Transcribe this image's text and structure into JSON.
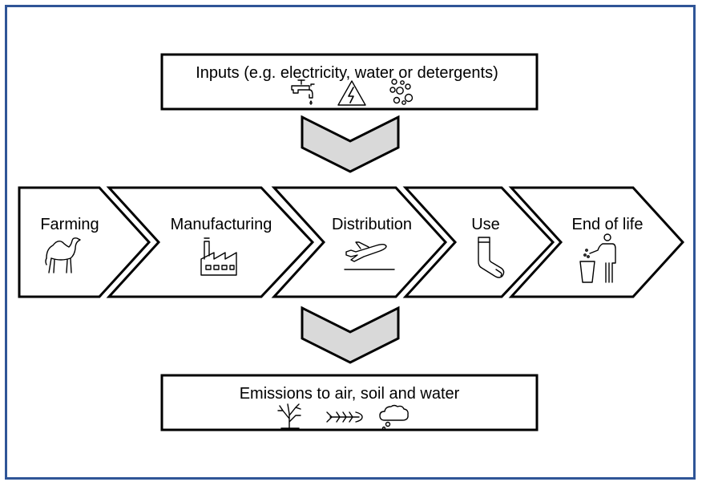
{
  "diagram": {
    "inputs": {
      "label": "Inputs (e.g. electricity, water or detergents)",
      "icons": [
        "water-tap-icon",
        "electricity-hazard-icon",
        "detergent-bubbles-icon"
      ]
    },
    "stages": [
      {
        "label": "Farming",
        "icon": "camel-icon"
      },
      {
        "label": "Manufacturing",
        "icon": "factory-icon"
      },
      {
        "label": "Distribution",
        "icon": "airplane-icon"
      },
      {
        "label": "Use",
        "icon": "sock-icon"
      },
      {
        "label": "End of life",
        "icon": "trash-disposal-icon"
      }
    ],
    "emissions": {
      "label": "Emissions to air, soil and water",
      "icons": [
        "dead-tree-icon",
        "fish-skeleton-icon",
        "cloud-icon"
      ]
    },
    "colors": {
      "frame_border": "#2f5597",
      "down_arrow_fill": "#d9d9d9",
      "stroke": "#000000"
    }
  }
}
